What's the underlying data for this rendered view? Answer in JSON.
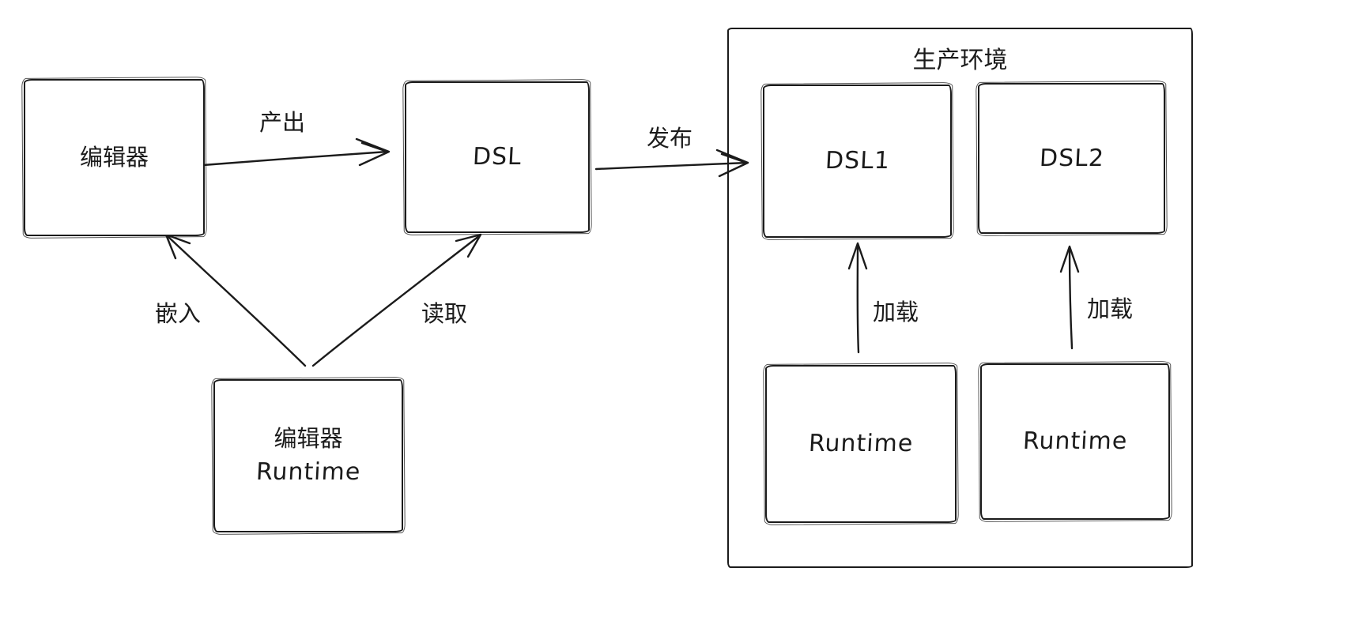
{
  "diagram": {
    "nodes": {
      "editor": {
        "label": "编辑器"
      },
      "dsl": {
        "label": "DSL"
      },
      "production": {
        "label": "生产环境"
      },
      "dsl1": {
        "label": "DSL1"
      },
      "dsl2": {
        "label": "DSL2"
      },
      "runtime1": {
        "label": "Runtime"
      },
      "runtime2": {
        "label": "Runtime"
      },
      "editor_runtime": {
        "label_line1": "编辑器",
        "label_line2": "Runtime"
      }
    },
    "edges": {
      "produce": {
        "label": "产出"
      },
      "publish": {
        "label": "发布"
      },
      "embed": {
        "label": "嵌入"
      },
      "read": {
        "label": "读取"
      },
      "load1": {
        "label": "加载"
      },
      "load2": {
        "label": "加载"
      }
    },
    "colors": {
      "stroke": "#1b1b1b",
      "background": "#ffffff"
    }
  }
}
